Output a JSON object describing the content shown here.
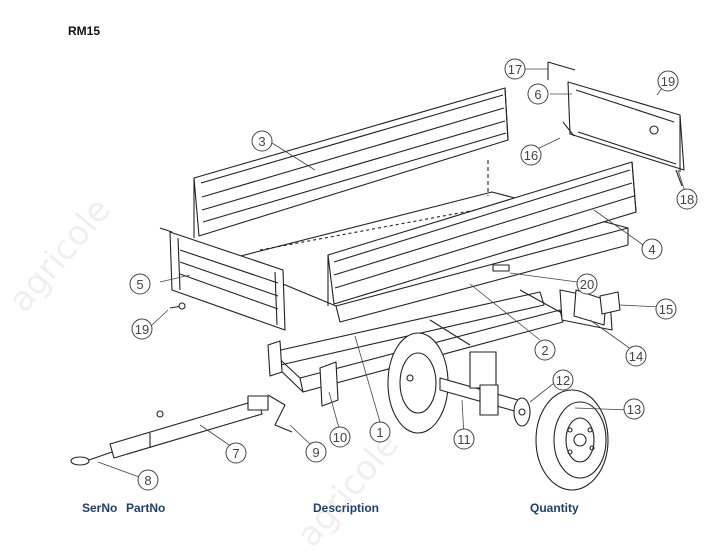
{
  "title": "RM15",
  "watermark": "agricole",
  "callouts": [
    {
      "num": "1"
    },
    {
      "num": "2"
    },
    {
      "num": "3"
    },
    {
      "num": "4"
    },
    {
      "num": "5"
    },
    {
      "num": "6"
    },
    {
      "num": "7"
    },
    {
      "num": "8"
    },
    {
      "num": "9"
    },
    {
      "num": "10"
    },
    {
      "num": "11"
    },
    {
      "num": "12"
    },
    {
      "num": "13"
    },
    {
      "num": "14"
    },
    {
      "num": "15"
    },
    {
      "num": "16"
    },
    {
      "num": "17"
    },
    {
      "num": "18"
    },
    {
      "num": "19"
    },
    {
      "num": "19"
    },
    {
      "num": "20"
    }
  ],
  "table_header": {
    "serno": "SerNo",
    "partno": "PartNo",
    "description": "Description",
    "quantity": "Quantity"
  },
  "colors": {
    "line": "#222222",
    "header_text": "#1f3f72",
    "callout_stroke": "#444444"
  }
}
